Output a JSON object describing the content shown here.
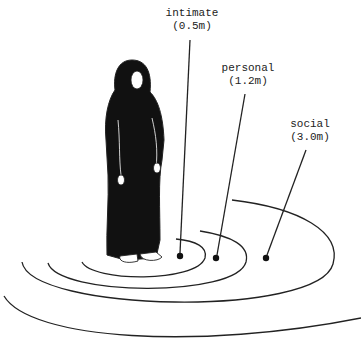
{
  "diagram": {
    "labels": [
      "intimate (0.5m)",
      "personal (1.2m)",
      "social (3.0m)"
    ]
  }
}
